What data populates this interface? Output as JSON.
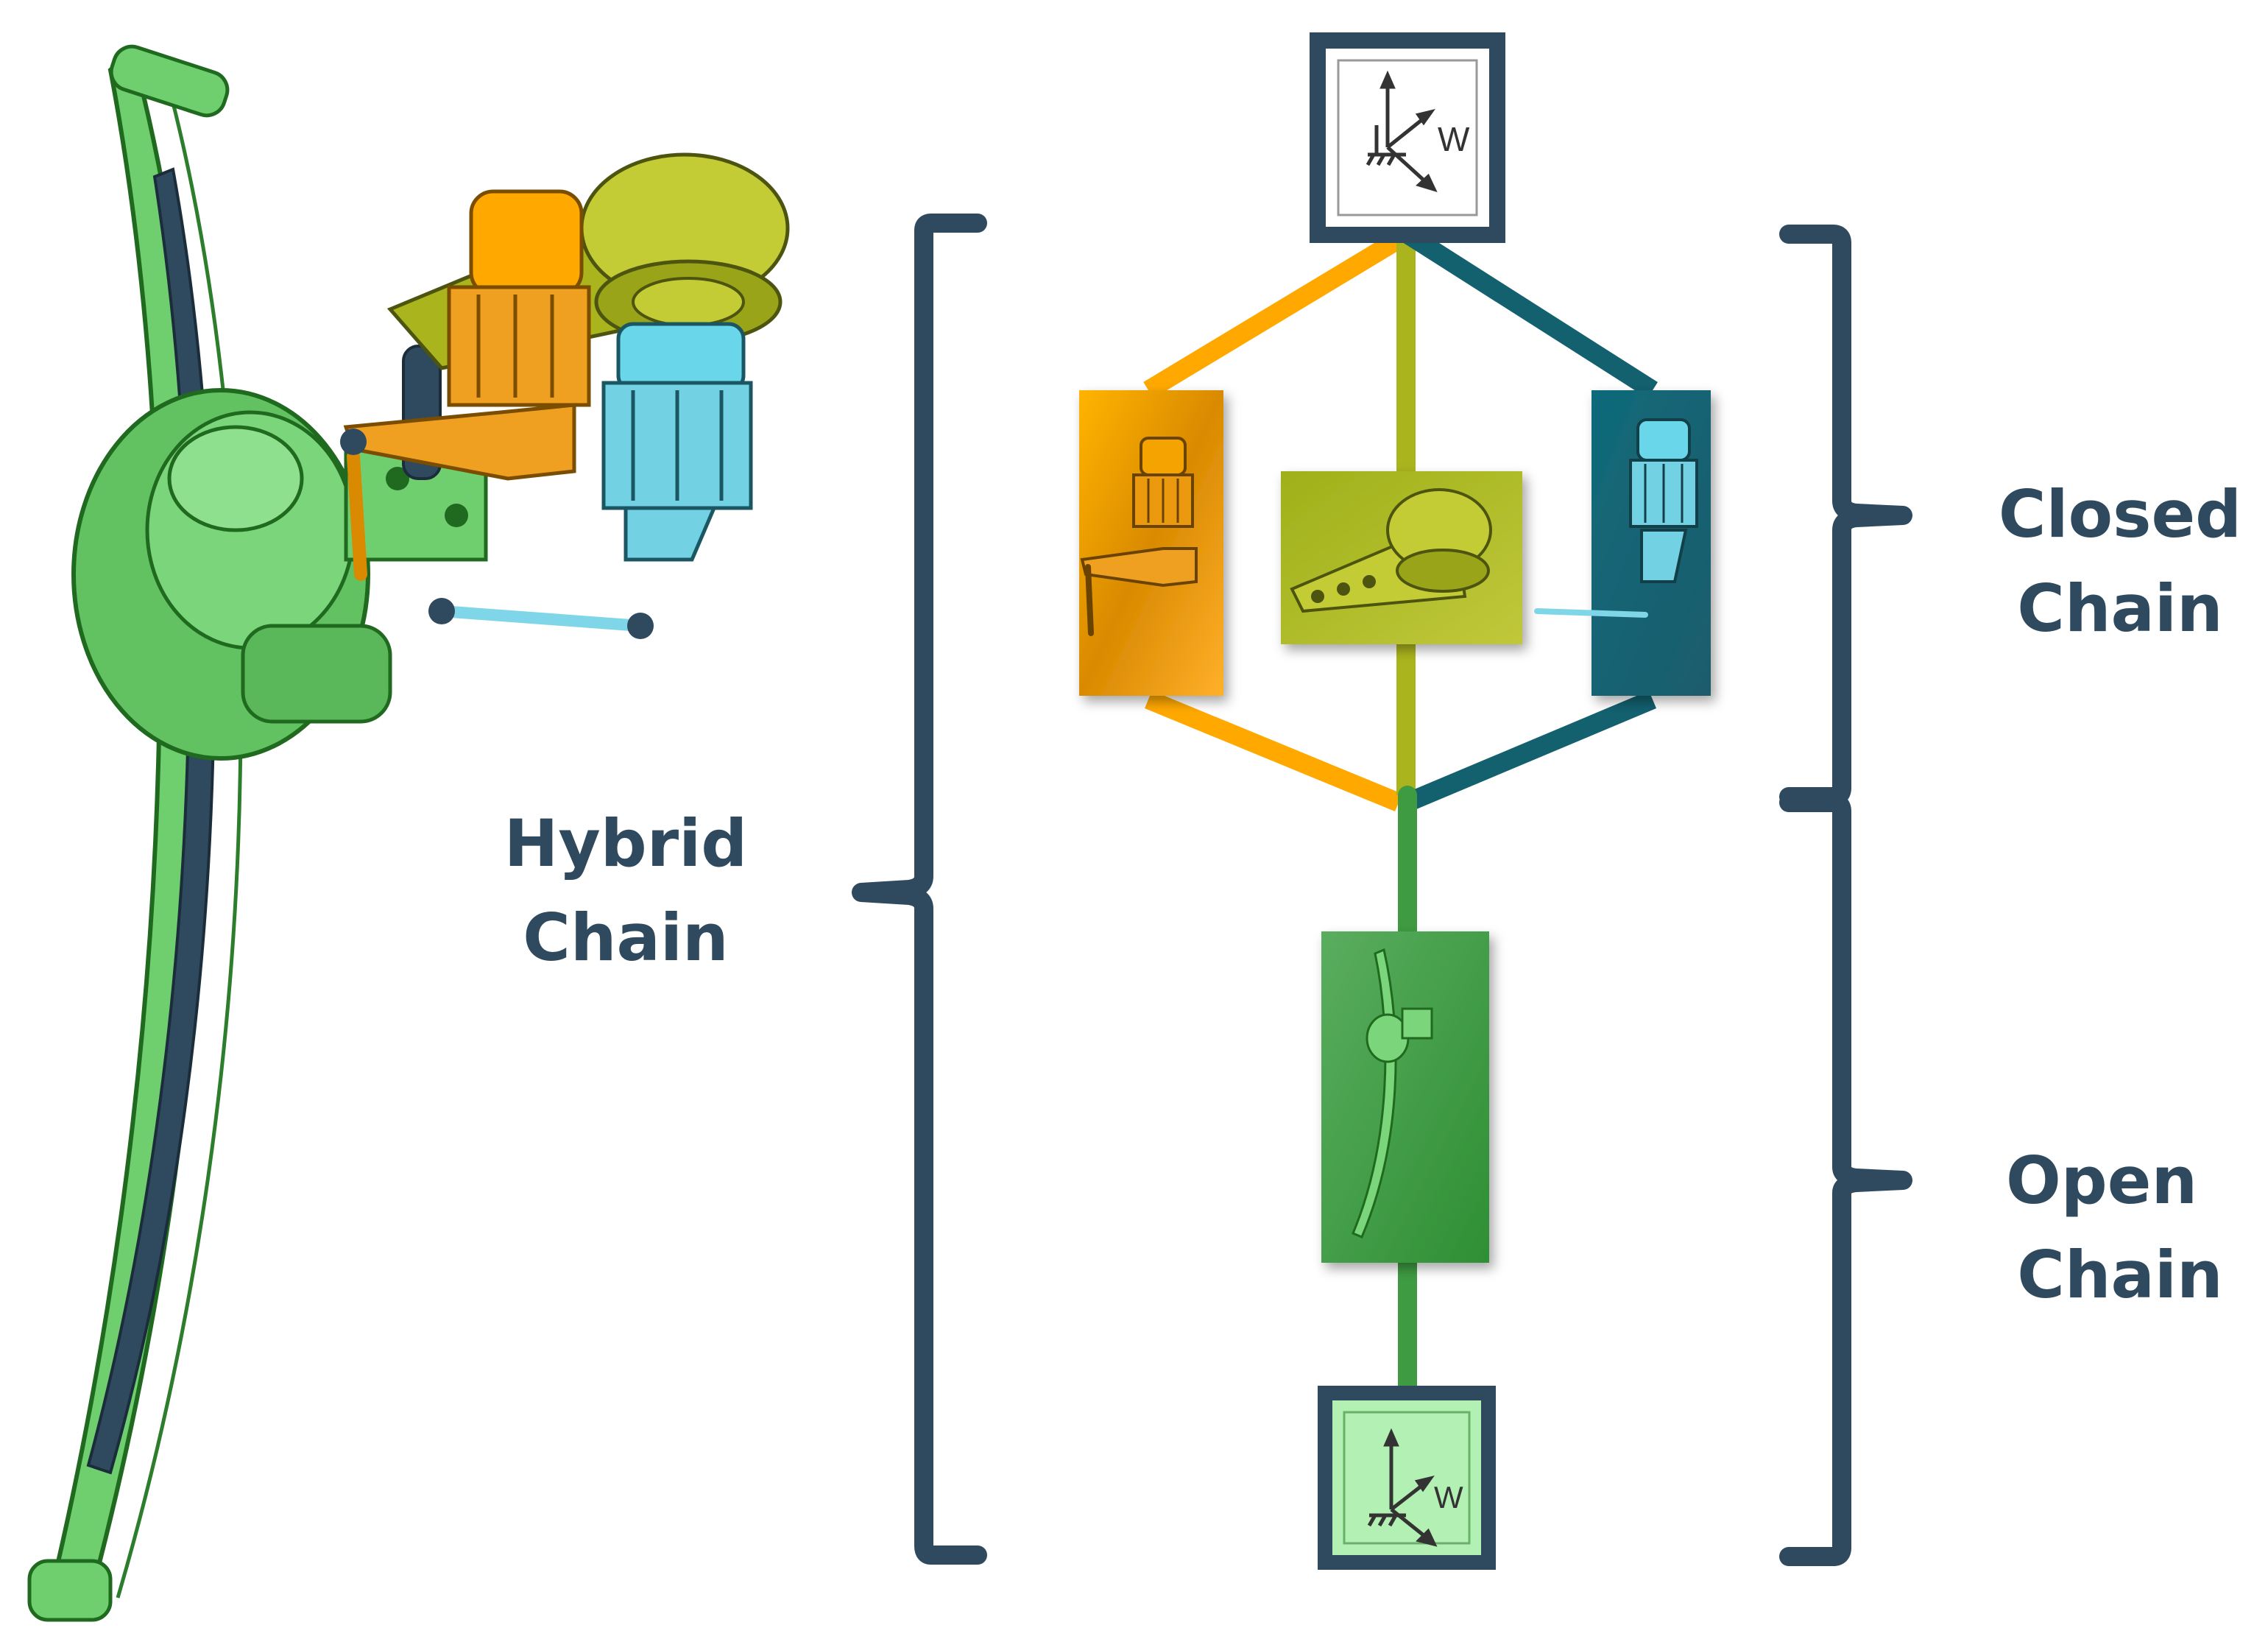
{
  "labels": {
    "hybrid": [
      "Hybrid",
      "Chain"
    ],
    "closed": [
      "Closed",
      "Chain"
    ],
    "open": [
      "Open",
      "Chain"
    ]
  },
  "frames": {
    "top_symbol_letter": "W",
    "bottom_symbol_letter": "W"
  },
  "colors": {
    "orange": "#ffa800",
    "olive": "#aab41d",
    "teal": "#13606f",
    "green": "#3e9b42",
    "dark_slate": "#2f4a5e",
    "light_green_frame": "#b3f0b3"
  },
  "icons": {
    "robot_assembly": "hybrid-robot-assembly-illustration",
    "orange_module": "orange-actuator-module-thumbnail",
    "olive_module": "olive-crank-module-thumbnail",
    "teal_module": "teal-actuator-module-thumbnail",
    "green_module": "green-curved-rail-thumbnail",
    "frame": "world-frame-icon"
  }
}
